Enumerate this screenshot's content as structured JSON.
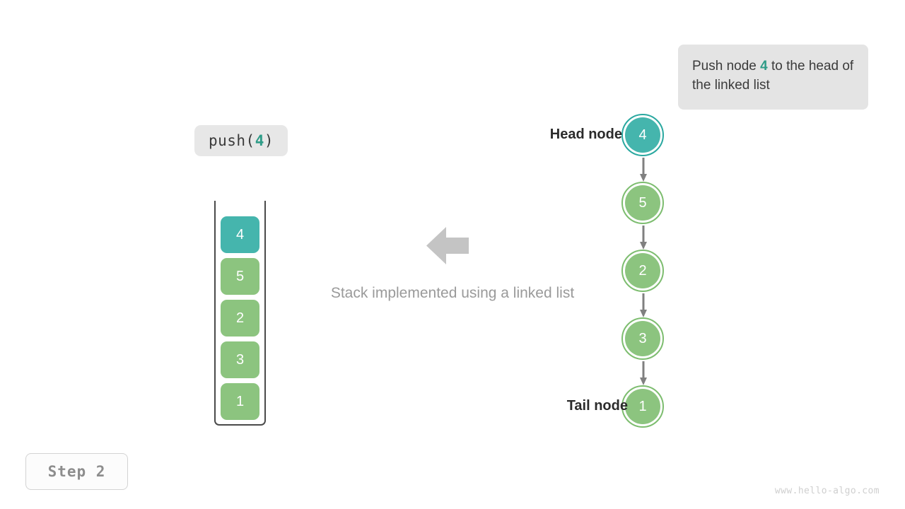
{
  "callout": {
    "text_before": "Push node ",
    "highlight": "4",
    "text_after": " to the head of the linked list"
  },
  "operation": {
    "name": "push",
    "open_paren": "(",
    "argument": "4",
    "close_paren": ")"
  },
  "stack": {
    "title": "stack-container",
    "cells": [
      {
        "value": "4",
        "color": "#45b5ad",
        "highlight": true
      },
      {
        "value": "5",
        "color": "#8cc47f",
        "highlight": false
      },
      {
        "value": "2",
        "color": "#8cc47f",
        "highlight": false
      },
      {
        "value": "3",
        "color": "#8cc47f",
        "highlight": false
      },
      {
        "value": "1",
        "color": "#8cc47f",
        "highlight": false
      }
    ]
  },
  "transform": {
    "arrow_icon": "arrow-left-icon",
    "arrow_color": "#c4c4c4",
    "caption": "Stack implemented using a linked list"
  },
  "linked_list": {
    "head_label": "Head node",
    "tail_label": "Tail node",
    "arrow_color": "#808080",
    "nodes": [
      {
        "value": "4",
        "color": "#2aa8a0",
        "fill": "#45b5ad",
        "highlight": true
      },
      {
        "value": "5",
        "color": "#7dbd6f",
        "fill": "#8cc47f",
        "highlight": false
      },
      {
        "value": "2",
        "color": "#7dbd6f",
        "fill": "#8cc47f",
        "highlight": false
      },
      {
        "value": "3",
        "color": "#7dbd6f",
        "fill": "#8cc47f",
        "highlight": false
      },
      {
        "value": "1",
        "color": "#7dbd6f",
        "fill": "#8cc47f",
        "highlight": false
      }
    ]
  },
  "step_badge": {
    "label": "Step 2"
  },
  "watermark": {
    "text": "www.hello-algo.com"
  },
  "theme": {
    "accent_teal": "#45b5ad",
    "accent_green": "#8cc47f",
    "highlight_text": "#2e9c87",
    "muted": "#9a9a9a",
    "background": "#ffffff"
  }
}
